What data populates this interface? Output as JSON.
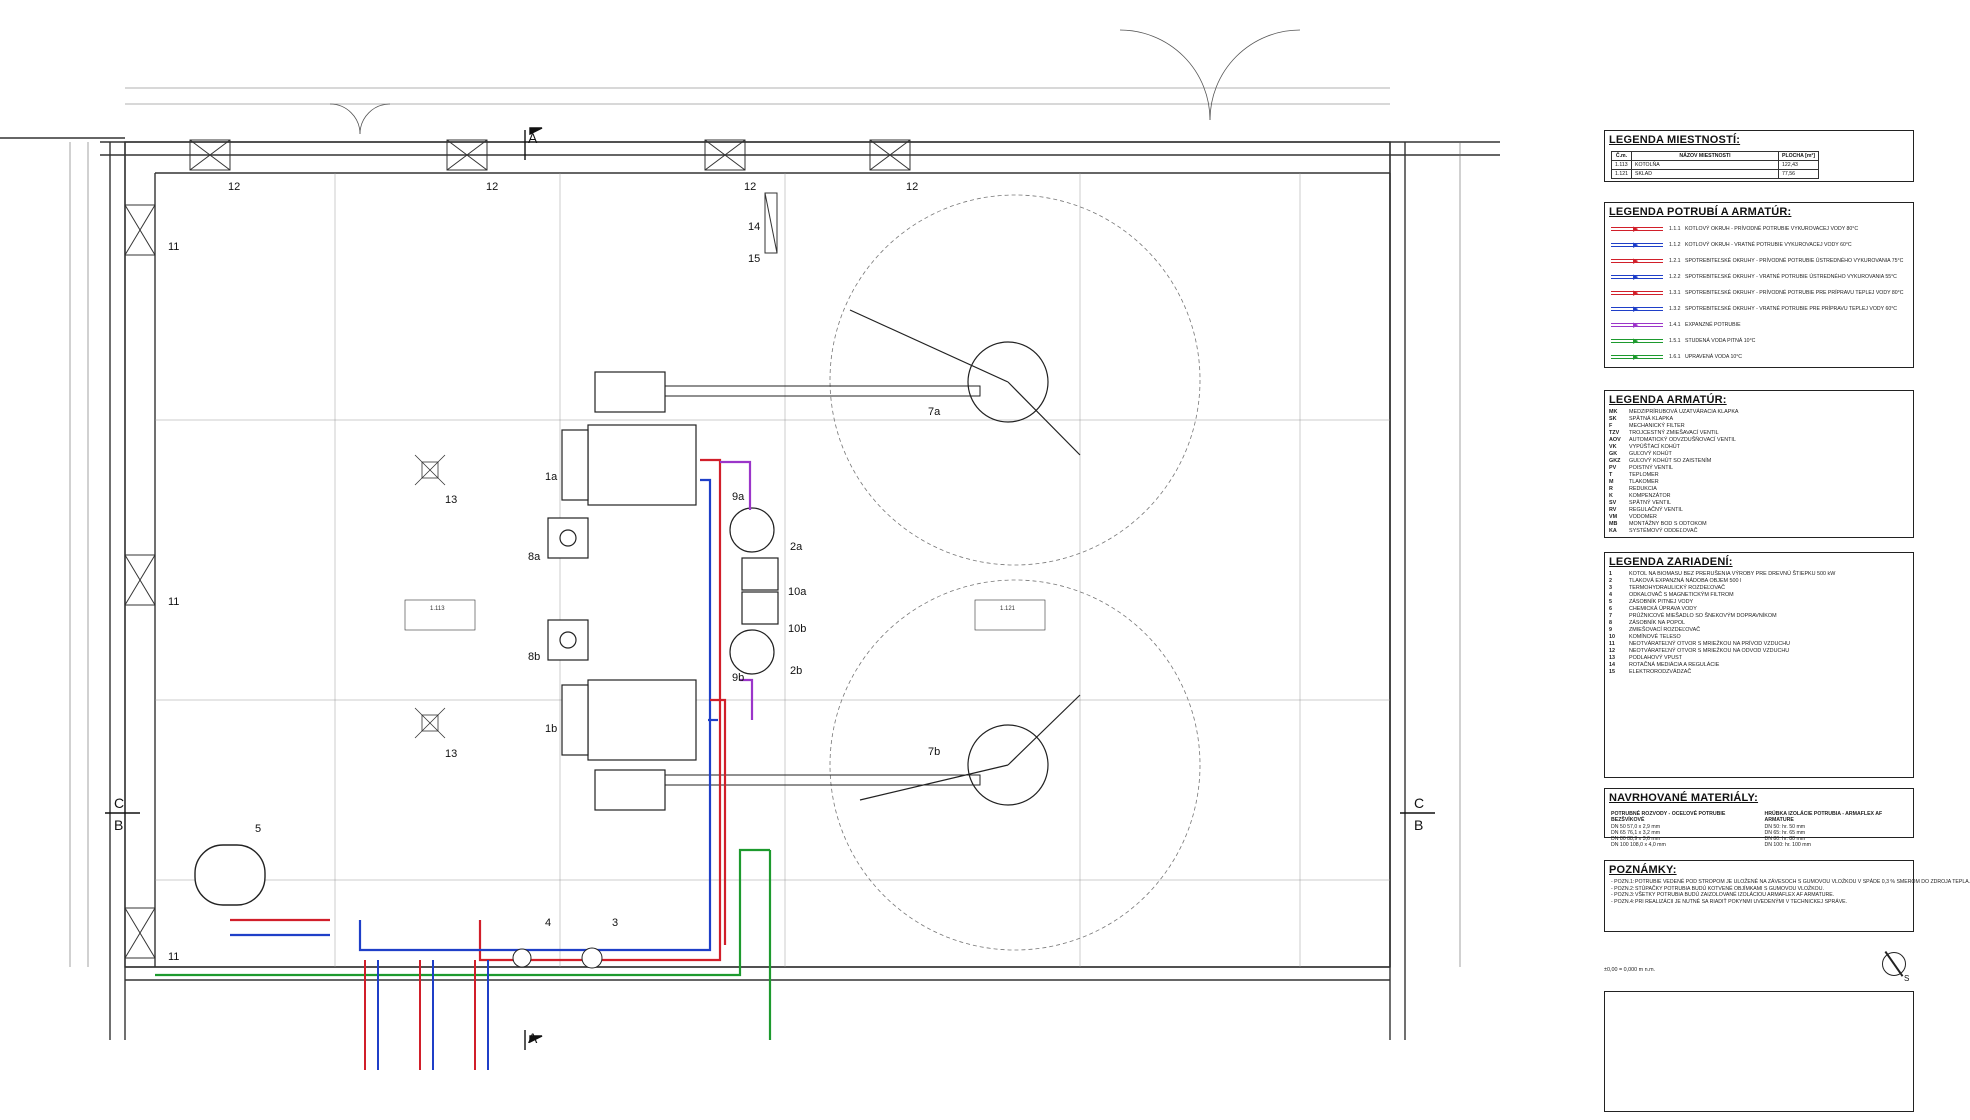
{
  "callouts": {
    "c1a": "1a",
    "c1b": "1b",
    "c2a": "2a",
    "c2b": "2b",
    "c3": "3",
    "c4": "4",
    "c5": "5",
    "c7a": "7a",
    "c7b": "7b",
    "c8a": "8a",
    "c8b": "8b",
    "c9a": "9a",
    "c9b": "9b",
    "c10a": "10a",
    "c10b": "10b",
    "c11": "11",
    "c12": "12",
    "c13": "13",
    "c14": "14",
    "c15": "15"
  },
  "section_marks": {
    "a": "A",
    "b": "B",
    "c": "C"
  },
  "rooms": {
    "boiler_room_tag": "1.113",
    "store_room_tag": "1.121"
  },
  "legend_rooms": {
    "title": "LEGENDA MIESTNOSTÍ:",
    "headers": [
      "Č.m.",
      "NÁZOV MIESTNOSTI",
      "PLOCHA [m²]"
    ],
    "rows": [
      [
        "1.113",
        "KOTOLŇA",
        "122,43"
      ],
      [
        "1.121",
        "SKLAD",
        "77,56"
      ]
    ]
  },
  "legend_pipes": {
    "title": "LEGENDA POTRUBÍ A ARMATÚR:",
    "items": [
      {
        "code": "1.1.1",
        "color": "#d11f2a",
        "label": "KOTLOVÝ OKRUH - PRÍVODNÉ POTRUBIE VYKUROVACEJ VODY 80°C"
      },
      {
        "code": "1.1.2",
        "color": "#1f3fc8",
        "label": "KOTLOVÝ OKRUH - VRATNÉ POTRUBIE VYKUROVACEJ VODY 60°C"
      },
      {
        "code": "1.2.1",
        "color": "#d11f2a",
        "label": "SPOTREBITEĽSKÉ OKRUHY - PRÍVODNÉ POTRUBIE ÚSTREDNÉHO VYKUROVANIA 75°C"
      },
      {
        "code": "1.2.2",
        "color": "#1f3fc8",
        "label": "SPOTREBITEĽSKÉ OKRUHY - VRATNÉ POTRUBIE ÚSTREDNÉHO VYKUROVANIA 55°C"
      },
      {
        "code": "1.3.1",
        "color": "#d11f2a",
        "label": "SPOTREBITEĽSKÉ OKRUHY - PRÍVODNÉ POTRUBIE PRE PRÍPRAVU TEPLEJ VODY 80°C"
      },
      {
        "code": "1.3.2",
        "color": "#1f3fc8",
        "label": "SPOTREBITEĽSKÉ OKRUHY - VRATNÉ POTRUBIE PRE PRÍPRAVU TEPLEJ VODY 60°C"
      },
      {
        "code": "1.4.1",
        "color": "#9b35c9",
        "label": "EXPANZNÉ POTRUBIE"
      },
      {
        "code": "1.5.1",
        "color": "#1d9a2e",
        "label": "STUDENÁ VODA PITNÁ 10°C"
      },
      {
        "code": "1.6.1",
        "color": "#1d9a2e",
        "label": "UPRAVENÁ VODA 10°C"
      }
    ]
  },
  "legend_fittings": {
    "title": "LEGENDA ARMATÚR:",
    "items": [
      {
        "code": "MK",
        "label": "MEDZIPRÍRUBOVÁ UZATVÁRACIA KLAPKA"
      },
      {
        "code": "SK",
        "label": "SPÄTNÁ KLAPKA"
      },
      {
        "code": "F",
        "label": "MECHANICKÝ FILTER"
      },
      {
        "code": "TZV",
        "label": "TROJCESTNÝ ZMIEŠAVACÍ VENTIL"
      },
      {
        "code": "AOV",
        "label": "AUTOMATICKÝ ODVZDUŠŇOVACÍ VENTIL"
      },
      {
        "code": "VK",
        "label": "VYPÚŠŤACÍ KOHÚT"
      },
      {
        "code": "GK",
        "label": "GUĽOVÝ KOHÚT"
      },
      {
        "code": "GKZ",
        "label": "GUĽOVÝ KOHÚT SO ZAISTENÍM"
      },
      {
        "code": "PV",
        "label": "POISTNÝ VENTIL"
      },
      {
        "code": "T",
        "label": "TEPLOMER"
      },
      {
        "code": "M",
        "label": "TLAKOMER"
      },
      {
        "code": "R",
        "label": "REDUKCIA"
      },
      {
        "code": "K",
        "label": "KOMPENZÁTOR"
      },
      {
        "code": "SV",
        "label": "SPÄTNÝ VENTIL"
      },
      {
        "code": "RV",
        "label": "REGULAČNÝ VENTIL"
      },
      {
        "code": "VM",
        "label": "VODOMER"
      },
      {
        "code": "MB",
        "label": "MONTÁŽNY BOD S ODTOKOM"
      },
      {
        "code": "KA",
        "label": "SYSTÉMOVÝ ODDEĽOVAČ"
      }
    ]
  },
  "legend_devices": {
    "title": "LEGENDA ZARIADENÍ:",
    "items": [
      {
        "code": "1",
        "label": "KOTOL NA BIOMASU BEZ PRERUŠENIA VÝROBY PRE DREVNÚ ŠTIEPKU 500 kW"
      },
      {
        "code": "2",
        "label": "TLAKOVÁ EXPANZNÁ NÁDOBA OBJEM 500 l"
      },
      {
        "code": "3",
        "label": "TERMOHYDRAULICKÝ ROZDEĽOVAČ"
      },
      {
        "code": "4",
        "label": "ODKALOVAČ S MAGNETICKÝM FILTROM"
      },
      {
        "code": "5",
        "label": "ZÁSOBNÍK PITNEJ VODY"
      },
      {
        "code": "6",
        "label": "CHEMICKÁ ÚPRAVA VODY"
      },
      {
        "code": "7",
        "label": "PRÚŽNICOVÉ MIEŠADLO SO ŠNEKOVÝM DOPRAVNÍKOM"
      },
      {
        "code": "8",
        "label": "ZÁSOBNÍK NA POPOL"
      },
      {
        "code": "9",
        "label": "ZMIEŠOVACÍ ROZDEĽOVAČ"
      },
      {
        "code": "10",
        "label": "KOMÍNOVÉ TELESO"
      },
      {
        "code": "11",
        "label": "NEOTVÁRATEĽNÝ OTVOR S MRIEŽKOU NA PRÍVOD VZDUCHU"
      },
      {
        "code": "12",
        "label": "NEOTVÁRATEĽNÝ OTVOR S MRIEŽKOU NA ODVOD VZDUCHU"
      },
      {
        "code": "13",
        "label": "PODLAHOVÝ VPUST"
      },
      {
        "code": "14",
        "label": "ROTAČNÁ MEDIÁCIA A REGULÁCIE"
      },
      {
        "code": "15",
        "label": "ELEKTRORODZVÁDZAČ"
      }
    ]
  },
  "materials": {
    "title": "NAVRHOVANÉ MATERIÁLY:",
    "col1_head": "POTRUBNÉ ROZVODY - OCEĽOVÉ POTRUBIE BEZŠVÍKOVÉ",
    "col1": [
      "DN 50    57,0 x 2,9 mm",
      "DN 65    76,1 x 3,2 mm",
      "DN 80    88,9 x 3,6 mm",
      "DN 100   108,0 x 4,0 mm"
    ],
    "col2_head": "HRÚBKA IZOLÁCIE POTRUBIA - ARMAFLEX AF ARMATURE",
    "col2": [
      "DN 50:   hr. 50 mm",
      "DN 65:   hr. 65 mm",
      "DN 80:   hr. 80 mm",
      "DN 100:  hr. 100 mm"
    ]
  },
  "notes": {
    "title": "POZNÁMKY:",
    "items": [
      {
        "key": "- POZN.1:",
        "text": "POTRUBIE VEDENÉ POD STROPOM JE ULOŽENÉ NA ZÁVESOCH S GUMOVOU VLOŽKOU V SPÁDE 0,3 % SMEROM DO ZDROJA TEPLA."
      },
      {
        "key": "- POZN.2:",
        "text": "STÚPAČKY POTRUBIA BUDÚ KOTVENÉ OBJÍMKAMI S GUMOVOU VLOŽKOU."
      },
      {
        "key": "- POZN.3:",
        "text": "VŠETKY POTRUBIA BUDÚ ZAIZOLOVANÉ IZOLÁCIOU ARMAFLEX AF ARMATURE."
      },
      {
        "key": "- POZN.4:",
        "text": "PRI REALIZÁCII JE NUTNÉ SA RIADIŤ POKYNMI UVEDENÝMI V TECHNICKEJ SPRÁVE."
      }
    ]
  },
  "stamp": {
    "elevation": "±0,00 = 0,000 m n.m."
  }
}
